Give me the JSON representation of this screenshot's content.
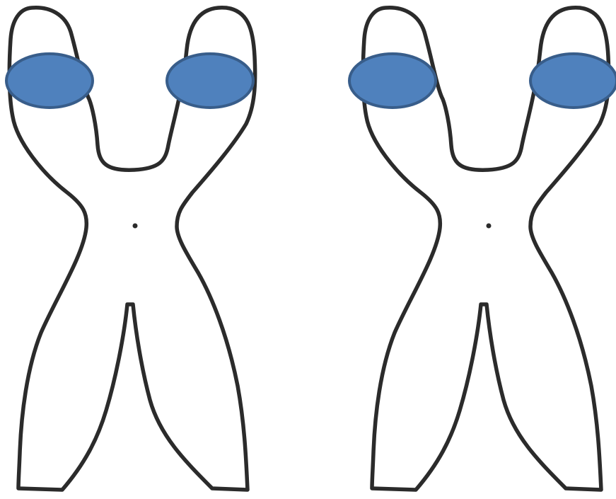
{
  "colors": {
    "background": "#ffffff",
    "outline": "#2b2b2b",
    "marker_fill": "#4f81bd",
    "marker_stroke": "#385d8a"
  },
  "chromosomes": [
    {
      "id": "chromosome-1",
      "markers": [
        "left-arm-marker",
        "right-arm-marker"
      ]
    },
    {
      "id": "chromosome-2",
      "markers": [
        "left-arm-marker",
        "right-arm-marker"
      ]
    }
  ]
}
